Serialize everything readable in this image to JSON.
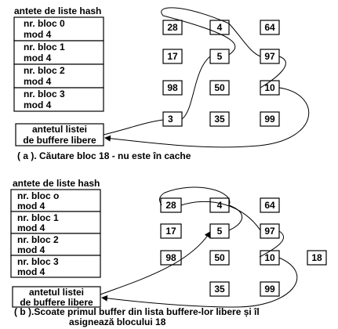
{
  "diagram_a": {
    "header_title": "antete de liste hash",
    "headers": [
      {
        "line1": "nr. bloc 0",
        "line2": "mod 4"
      },
      {
        "line1": "nr. bloc 1",
        "line2": "mod 4"
      },
      {
        "line1": "nr. bloc 2",
        "line2": "mod 4"
      },
      {
        "line1": "nr. bloc 3",
        "line2": "mod 4"
      }
    ],
    "buffers": [
      [
        "28",
        "4",
        "64"
      ],
      [
        "17",
        "5",
        "97"
      ],
      [
        "98",
        "50",
        "10"
      ],
      [
        "3",
        "35",
        "99"
      ]
    ],
    "free_list": {
      "line1": "antetul listei",
      "line2": "de buffere libere"
    },
    "caption": "( a ). Căutare bloc 18 - nu este în cache"
  },
  "diagram_b": {
    "header_title": "antete de liste hash",
    "headers": [
      {
        "line1": "nr. bloc o",
        "line2": "mod 4"
      },
      {
        "line1": "nr. bloc 1",
        "line2": "mod 4"
      },
      {
        "line1": "nr. bloc 2",
        "line2": "mod 4"
      },
      {
        "line1": "nr. bloc 3",
        "line2": "mod 4"
      }
    ],
    "buffers": [
      [
        "28",
        "4",
        "64"
      ],
      [
        "17",
        "5",
        "97"
      ],
      [
        "98",
        "50",
        "10",
        "18"
      ],
      [
        "",
        "35",
        "99"
      ]
    ],
    "free_list": {
      "line1": "antetul listei",
      "line2": "de buffere libere"
    },
    "caption_line1": "( b ).Scoate primul buffer din lista buffere-lor libere și îl",
    "caption_line2": "asignează blocului 18"
  }
}
